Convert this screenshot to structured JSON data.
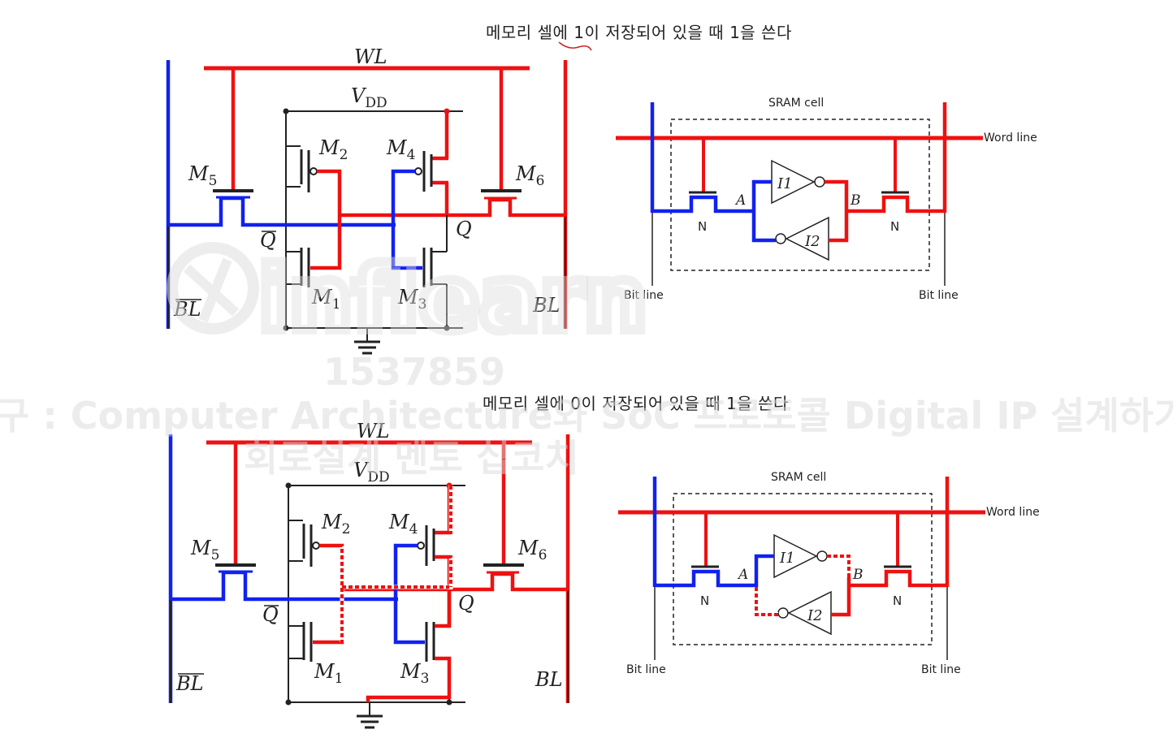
{
  "captions": {
    "top": "메모리 셀에 1이 저장되어 있을 때 1을 쓴다",
    "bottom": "메모리 셀에 0이 저장되어 있을 때 1을 쓴다"
  },
  "watermark": {
    "logo_text": "inflearn",
    "id": "1537859",
    "course_line": "구 : Computer Architecture와 SoC 프로토콜 Digital IP 설계하기",
    "course_line2": "회로설계 멘토 십코치"
  },
  "transistor_circuit": {
    "labels": {
      "wl": "WL",
      "vdd_main": "V",
      "vdd_sub": "DD",
      "m_main": "M",
      "m1_sub": "1",
      "m2_sub": "2",
      "m3_sub": "3",
      "m4_sub": "4",
      "m5_sub": "5",
      "m6_sub": "6",
      "q": "Q",
      "q_bar": "Q",
      "bl": "BL",
      "bl_bar": "BL"
    }
  },
  "sram_block": {
    "title": "SRAM cell",
    "word_line": "Word line",
    "bit_line_left": "Bit line",
    "bit_line_right": "Bit line",
    "node_a": "A",
    "node_b": "B",
    "inverter_1": "I1",
    "inverter_2": "I2",
    "transistor_left": "N",
    "transistor_right": "N"
  },
  "colors": {
    "red": "#ee1111",
    "blue": "#1122ee",
    "black": "#222222"
  }
}
